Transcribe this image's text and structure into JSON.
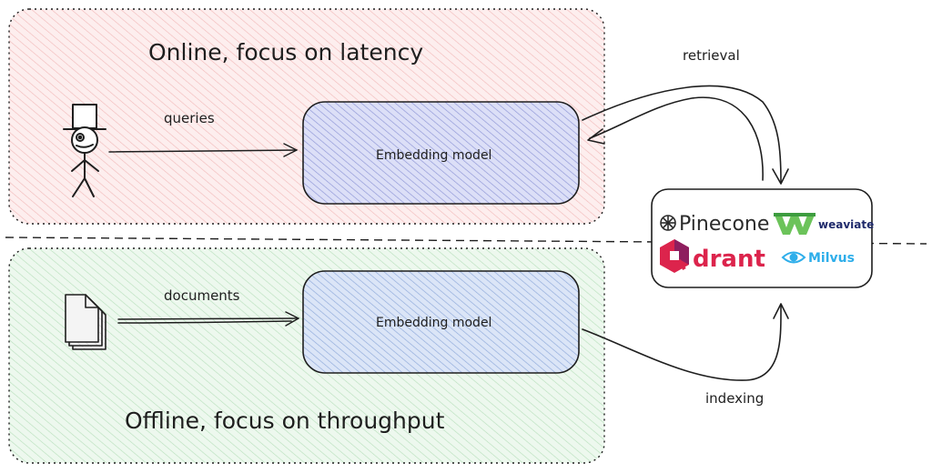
{
  "online": {
    "title": "Online, focus on latency",
    "input_label": "queries",
    "model_label": "Embedding model"
  },
  "offline": {
    "title": "Offline, focus on throughput",
    "input_label": "documents",
    "model_label": "Embedding model"
  },
  "flows": {
    "retrieval_label": "retrieval",
    "indexing_label": "indexing"
  },
  "vector_dbs": {
    "pinecone": "Pinecone",
    "weaviate": "weaviate",
    "qdrant": "drant",
    "milvus": "Milvus"
  },
  "colors": {
    "online_zone": "#fbe3e3",
    "offline_zone": "#e3f4e5",
    "online_model": "#c9ccef",
    "offline_model": "#c7d6f1",
    "pinecone": "#2b2b2b",
    "weaviate_green": "#6cc35a",
    "weaviate_text": "#1f2a6b",
    "qdrant": "#dc244c",
    "qdrant_dark": "#8e1e5f",
    "milvus": "#2eaeea"
  }
}
